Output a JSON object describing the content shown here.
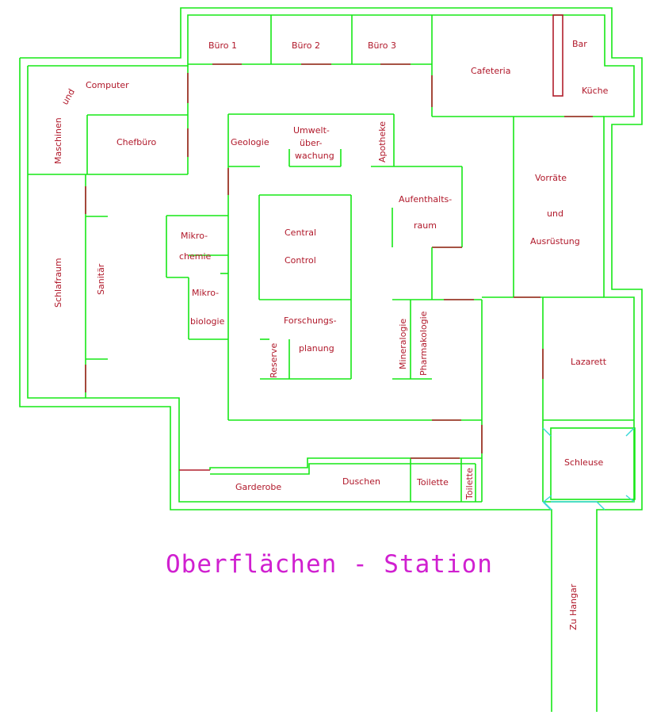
{
  "title": "Oberflächen - Station",
  "rooms": {
    "buero1": "Büro 1",
    "buero2": "Büro 2",
    "buero3": "Büro 3",
    "cafeteria": "Cafeteria",
    "bar": "Bar",
    "kueche": "Küche",
    "computer": "Computer",
    "und": "und",
    "maschinen": "Maschinen",
    "chefbuero": "Chefbüro",
    "geologie": "Geologie",
    "umwelt1": "Umwelt-",
    "umwelt2": "über-",
    "umwelt3": "wachung",
    "apotheke": "Apotheke",
    "aufenthalt1": "Aufenthalts-",
    "aufenthalt2": "raum",
    "vorraete1": "Vorräte",
    "vorraete2": "und",
    "vorraete3": "Ausrüstung",
    "central1": "Central",
    "central2": "Control",
    "mikrochemie1": "Mikro-",
    "mikrochemie2": "chemie",
    "mikrobio1": "Mikro-",
    "mikrobio2": "biologie",
    "schlafraum": "Schlafraum",
    "sanitaer": "Sanitär",
    "forschung1": "Forschungs-",
    "forschung2": "planung",
    "reserve": "Reserve",
    "mineralogie": "Mineralogie",
    "pharmakologie": "Pharmakologie",
    "lazarett": "Lazarett",
    "schleuse": "Schleuse",
    "garderobe": "Garderobe",
    "duschen": "Duschen",
    "toilette1": "Toilette",
    "toilette2": "Toilette",
    "hangar": "Zu Hangar"
  },
  "colors": {
    "wall": "#16e816",
    "door": "#b01e2c",
    "label": "#b0182a",
    "title": "#d020d0",
    "airlock": "#36d8d8"
  }
}
